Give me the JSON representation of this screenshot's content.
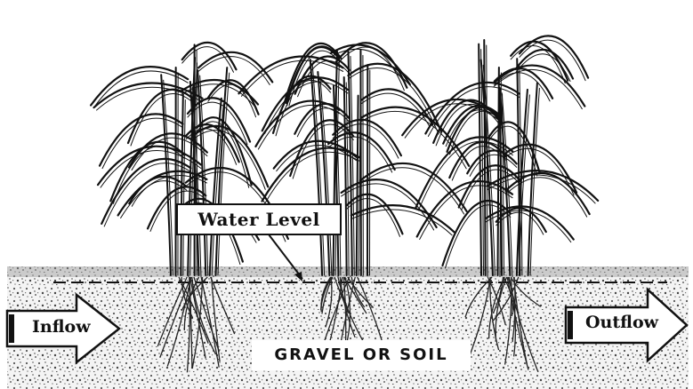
{
  "labels": {
    "water_level": "Water Level",
    "inflow": "Inflow",
    "outflow": "Outflow",
    "medium": "GRAVEL OR SOIL"
  },
  "plants": {
    "count": 3
  },
  "colors": {
    "ink": "#111111",
    "background": "#ffffff"
  }
}
